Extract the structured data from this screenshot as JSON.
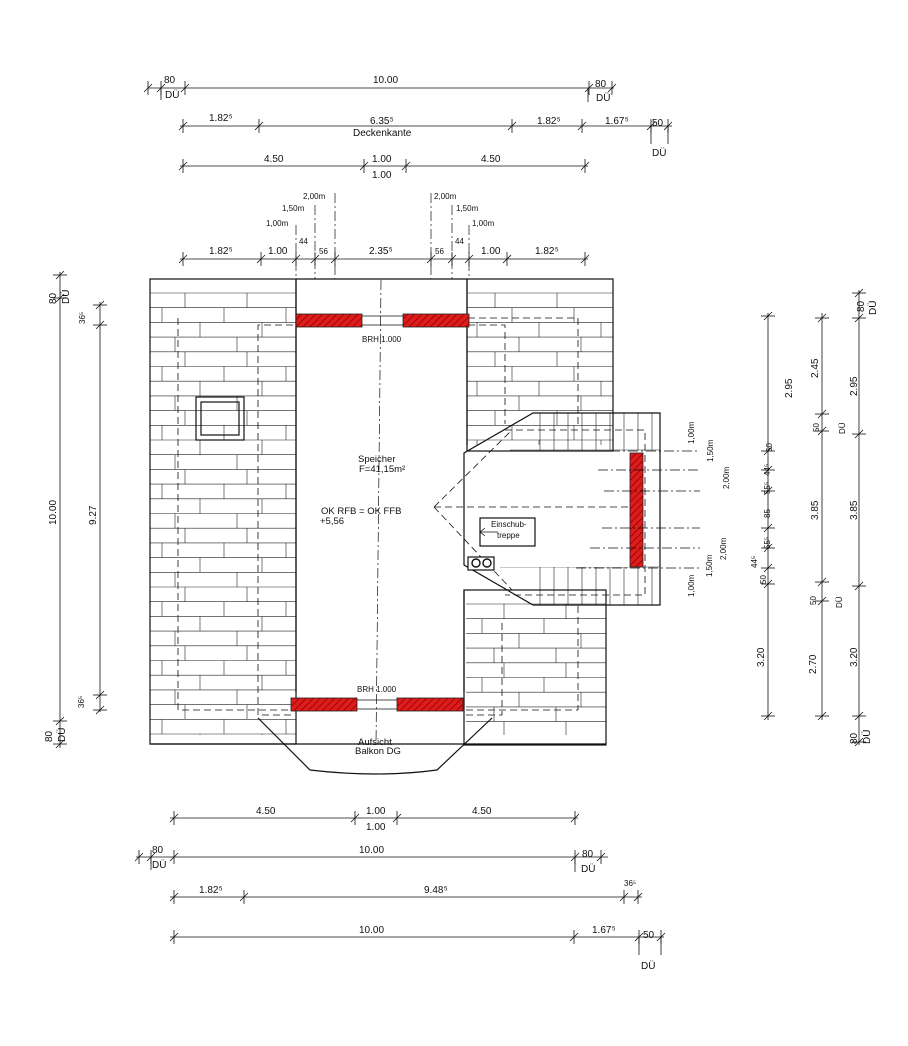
{
  "colors": {
    "line": "#111111",
    "window_fill": "#e01b1b",
    "window_hatch": "#7a0000",
    "background": "#ffffff"
  },
  "top_dims": {
    "row1": {
      "eave_left": "80",
      "eave_left_sub": "DÜ",
      "total": "10.00",
      "eave_right": "80",
      "eave_right_sub": "DÜ"
    },
    "row2": {
      "a": "1.82⁵",
      "b": "6.35⁵",
      "b_sub": "Deckenkante",
      "c": "1.82⁵",
      "d": "1.67⁵",
      "e": "50",
      "e_sub": "DÜ"
    },
    "row3": {
      "a": "4.50",
      "b": "1.00",
      "b_sub": "1.00",
      "c": "4.50"
    },
    "dormer": {
      "h200": "2,00m",
      "h150": "1,50m",
      "h100": "1,00m",
      "w44": "44",
      "w56": "56"
    },
    "row4": {
      "a": "1.82⁵",
      "b": "1.00",
      "c": "2.35⁵",
      "d": "1.00",
      "e": "1.82⁵"
    }
  },
  "left_dims": {
    "eave_top": "80",
    "eave_top_sub": "DÜ",
    "off_top": "36⁵",
    "total": "10.00",
    "inner": "9.27",
    "off_bottom": "36⁵",
    "eave_bottom": "80",
    "eave_bottom_sub": "DÜ"
  },
  "room": {
    "name": "Speicher",
    "area": "F=41,15m²",
    "level": "OK RFB = OK FFB",
    "level_value": "+5,56",
    "sill_top": "BRH 1.000",
    "sill_bottom": "BRH 1.000",
    "stair_line1": "Einschub-",
    "stair_line2": "treppe",
    "balcony_line1": "Aufsicht",
    "balcony_line2": "Balkon DG"
  },
  "right_dormer": {
    "h100_top": "1,00m",
    "h150_top": "1,50m",
    "h200_top": "2,00m",
    "h200_bot": "2,00m",
    "h150_bot": "1,50m",
    "h100_bot": "1,00m"
  },
  "right_dims": {
    "col1": {
      "a": "2.95",
      "b": "50",
      "c": "44⁵",
      "d": "55⁵",
      "e": "85",
      "f": "55⁵",
      "g": "44⁵",
      "h": "50",
      "i": "3.20"
    },
    "col2": {
      "a": "2.45",
      "b": "50",
      "b_sub": "DÜ",
      "c": "3.85",
      "d": "50",
      "d_sub": "DÜ",
      "e": "2.70"
    },
    "col3": {
      "eave_top": "80",
      "eave_top_sub": "DÜ",
      "a": "2.95",
      "b": "3.85",
      "c": "3.20",
      "eave_bottom": "80",
      "eave_bottom_sub": "DÜ"
    }
  },
  "bottom_dims": {
    "row1": {
      "a": "4.50",
      "b": "1.00",
      "b_sub": "1.00",
      "c": "4.50"
    },
    "row2": {
      "eave_left": "80",
      "eave_left_sub": "DÜ",
      "total": "10.00",
      "eave_right": "80",
      "eave_right_sub": "DÜ"
    },
    "row3": {
      "a": "1.82⁵",
      "b": "9.48⁵",
      "c": "36⁵"
    },
    "row4": {
      "total": "10.00",
      "a": "1.67⁵",
      "b": "50",
      "b_sub": "DÜ"
    }
  }
}
